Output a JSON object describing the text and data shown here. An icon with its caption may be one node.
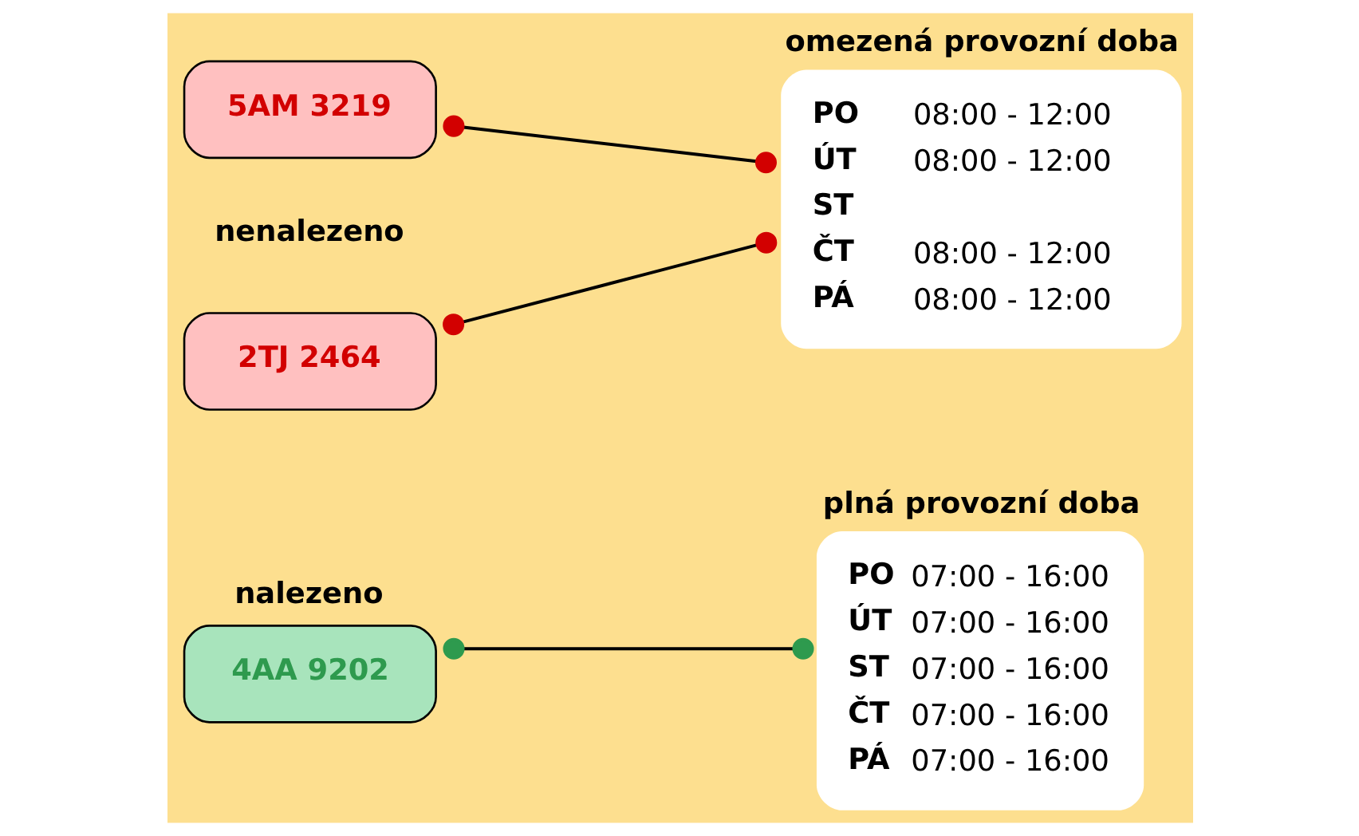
{
  "diagram": {
    "nodes": [
      {
        "text": [
          "nalezeno",
          "4AA 9202"
        ]
      },
      {
        "text": [
          "plná provozní doba",
          "PO 07:00 - 16:00",
          "ÚT 07:00 - 16:00",
          "ST 07:00 - 16:00",
          "ČT 07:00 - 16:00",
          "PÁ 07:00 - 16:00"
        ]
      },
      {
        "text": [
          "2TJ 2464"
        ]
      },
      {
        "text": [
          "omezená provozní doba",
          "PO 08:00 - 12:00",
          "ÚT 08:00 - 12:00",
          "ST",
          "ČT 08:00 - 12:00",
          "PÁ 08:00 - 12:00"
        ]
      },
      {
        "text": [
          "5AM 3219"
        ]
      }
    ],
    "edges": [
      {
        "from": 0,
        "to": 1,
        "arrow": "other"
      },
      {
        "from": 2,
        "to": 3,
        "arrow": "other"
      },
      {
        "from": 4,
        "to": 3,
        "arrow": "other"
      }
    ],
    "labels": [
      "nenalezeno"
    ]
  }
}
